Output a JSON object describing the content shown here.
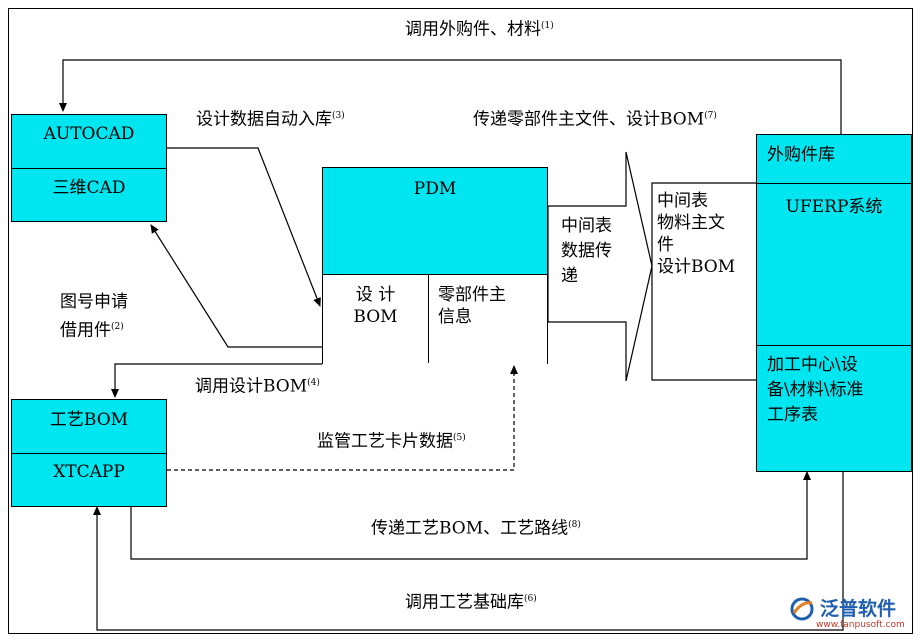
{
  "boxes": {
    "cad": {
      "top": "AUTOCAD",
      "bottom": "三维CAD"
    },
    "pdm": {
      "title": "PDM",
      "left": "设 计\nBOM",
      "right": "零部件主\n信息"
    },
    "mid": {
      "text": "中间表\n物料主文\n件\n设计BOM"
    },
    "erp": {
      "title": "外购件库",
      "system": "UFERP系统",
      "bottom": "加工中心\\设\n备\\材料\\标准\n工序表"
    },
    "tech": {
      "top": "工艺BOM",
      "bottom": "XTCAPP"
    }
  },
  "labels": {
    "l1": {
      "text": "调用外购件、材料",
      "mark": "(1)"
    },
    "l2": {
      "text": "图号申请\n借用件",
      "mark": "(2)"
    },
    "l3": {
      "text": "设计数据自动入库",
      "mark": "(3)"
    },
    "l4": {
      "text": "调用设计BOM",
      "mark": "(4)"
    },
    "l5": {
      "text": "监管工艺卡片数据",
      "mark": "(5)"
    },
    "l6": {
      "text": "调用工艺基础库",
      "mark": "(6)"
    },
    "l7": {
      "text": "传递零部件主文件、设计BOM",
      "mark": "(7)"
    },
    "l8": {
      "text": "传递工艺BOM、工艺路线",
      "mark": "(8)"
    },
    "arrow_text": "中间表\n数据传\n递"
  },
  "logo": {
    "name": "泛普软件",
    "url": "www.fanpusoft.com"
  },
  "colors": {
    "box_fill": "#00e6f0",
    "line": "#000000",
    "logo_blue": "#1f5fb0",
    "logo_red": "#c0392b"
  }
}
